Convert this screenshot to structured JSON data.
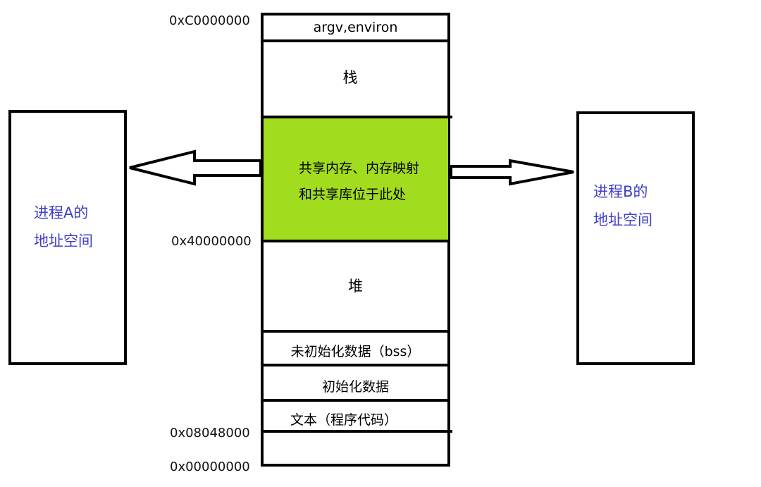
{
  "addresses": {
    "top": "0xC0000000",
    "shared_start": "0x40000000",
    "text_start": "0x08048000",
    "zero": "0x00000000"
  },
  "segments": {
    "argv": "argv,environ",
    "stack": "栈",
    "shared_line1": "共享内存、内存映射",
    "shared_line2": "和共享库位于此处",
    "heap": "堆",
    "bss": "未初始化数据（bss）",
    "data": "初始化数据",
    "text": "文本（程序代码）"
  },
  "process_a": {
    "line1": "进程A的",
    "line2": "地址空间"
  },
  "process_b": {
    "line1": "进程B的",
    "line2": "地址空间"
  },
  "colors": {
    "shared_fill": "#a2dc1e",
    "side_text": "#4040c8",
    "stroke": "#000000"
  }
}
